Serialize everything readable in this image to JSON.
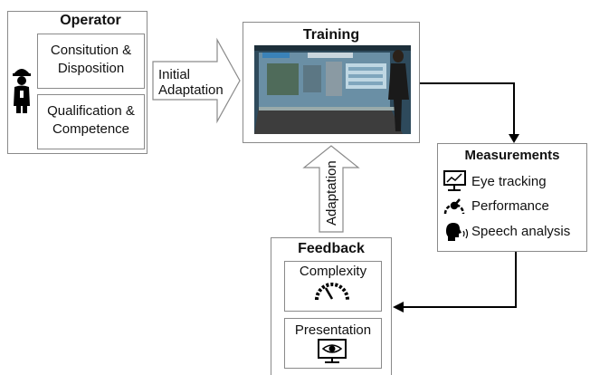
{
  "operator": {
    "title": "Operator",
    "item1_line1": "Consitution &",
    "item1_line2": "Disposition",
    "item2_line1": "Qualification &",
    "item2_line2": "Competence",
    "icon": "worker-icon"
  },
  "initial_adaptation": {
    "line1": "Initial",
    "line2": "Adaptation"
  },
  "training": {
    "title": "Training",
    "image": "training-photo"
  },
  "measurements": {
    "title": "Measurements",
    "items": [
      {
        "label": "Eye tracking",
        "icon": "eye-tracking-monitor-icon"
      },
      {
        "label": "Performance",
        "icon": "performance-gauge-icon"
      },
      {
        "label": "Speech analysis",
        "icon": "speaking-head-icon"
      }
    ]
  },
  "adaptation": {
    "label": "Adaptation"
  },
  "feedback": {
    "title": "Feedback",
    "complexity": {
      "label": "Complexity",
      "icon": "speedometer-icon"
    },
    "presentation": {
      "label": "Presentation",
      "icon": "eye-monitor-icon"
    }
  },
  "colors": {
    "border": "#8a8a8a",
    "arrow": "#000000"
  }
}
